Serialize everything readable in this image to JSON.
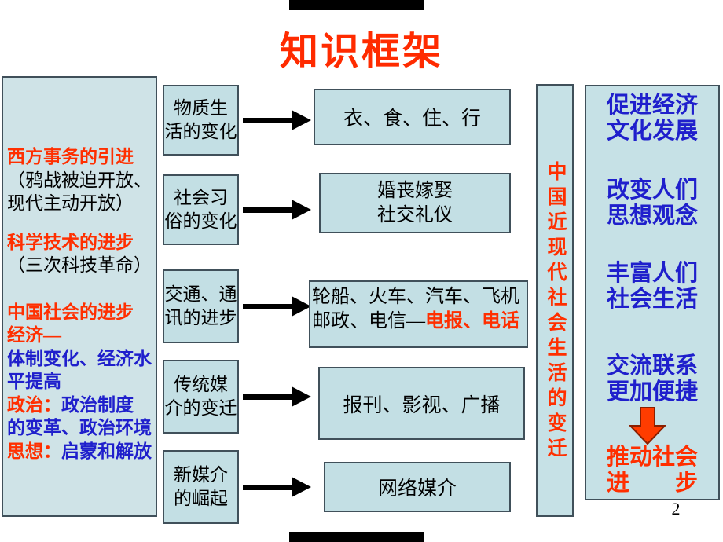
{
  "slide": {
    "title": "知识框架",
    "page_number": "2",
    "colors": {
      "accent_red": "#ff2f00",
      "text_blue": "#1f1fcc",
      "box_fill": "#c3dfe4",
      "box_border": "#40505a"
    }
  },
  "left_panel": {
    "l1": "西方事务的引进",
    "l2": "（鸦战被迫开放、",
    "l3": "现代主动开放）",
    "l4": "科学技术的进步",
    "l5": "（三次科技革命）",
    "l6": "中国社会的进步",
    "l7": "经济—",
    "l8": "体制变化、经济水",
    "l9": "平提高",
    "l10a": "政治：",
    "l10b": "政治制度",
    "l11": "的变革、政治环境",
    "l12a": "思想：",
    "l12b": "启蒙和解放"
  },
  "categories": [
    {
      "l1": "物质生",
      "l2": "活的变化"
    },
    {
      "l1": "社会习",
      "l2": "俗的变化"
    },
    {
      "l1": "交通、通",
      "l2": "讯的进步"
    },
    {
      "l1": "传统媒",
      "l2": "介的变迁"
    },
    {
      "l1": "新媒介",
      "l2": "的崛起"
    }
  ],
  "details": {
    "d0": "衣、食、住、行",
    "d1a": "婚丧嫁娶",
    "d1b": "社交礼仪",
    "d2a": "轮船、火车、汽车、飞机",
    "d2b": "邮政、电信—",
    "d2c": "电报、电话",
    "d3": "报刊、影视、广播",
    "d4": "网络媒介"
  },
  "banner": {
    "text": "中国近现代社会生活的变迁"
  },
  "effects": [
    {
      "l1": "促进经济",
      "l2": "文化发展"
    },
    {
      "l1": "改变人们",
      "l2": "思想观念"
    },
    {
      "l1": "丰富人们",
      "l2": "社会生活"
    },
    {
      "l1": "交流联系",
      "l2": "更加便捷"
    },
    {
      "l1": "推动社会",
      "l2": "进　　步"
    }
  ]
}
